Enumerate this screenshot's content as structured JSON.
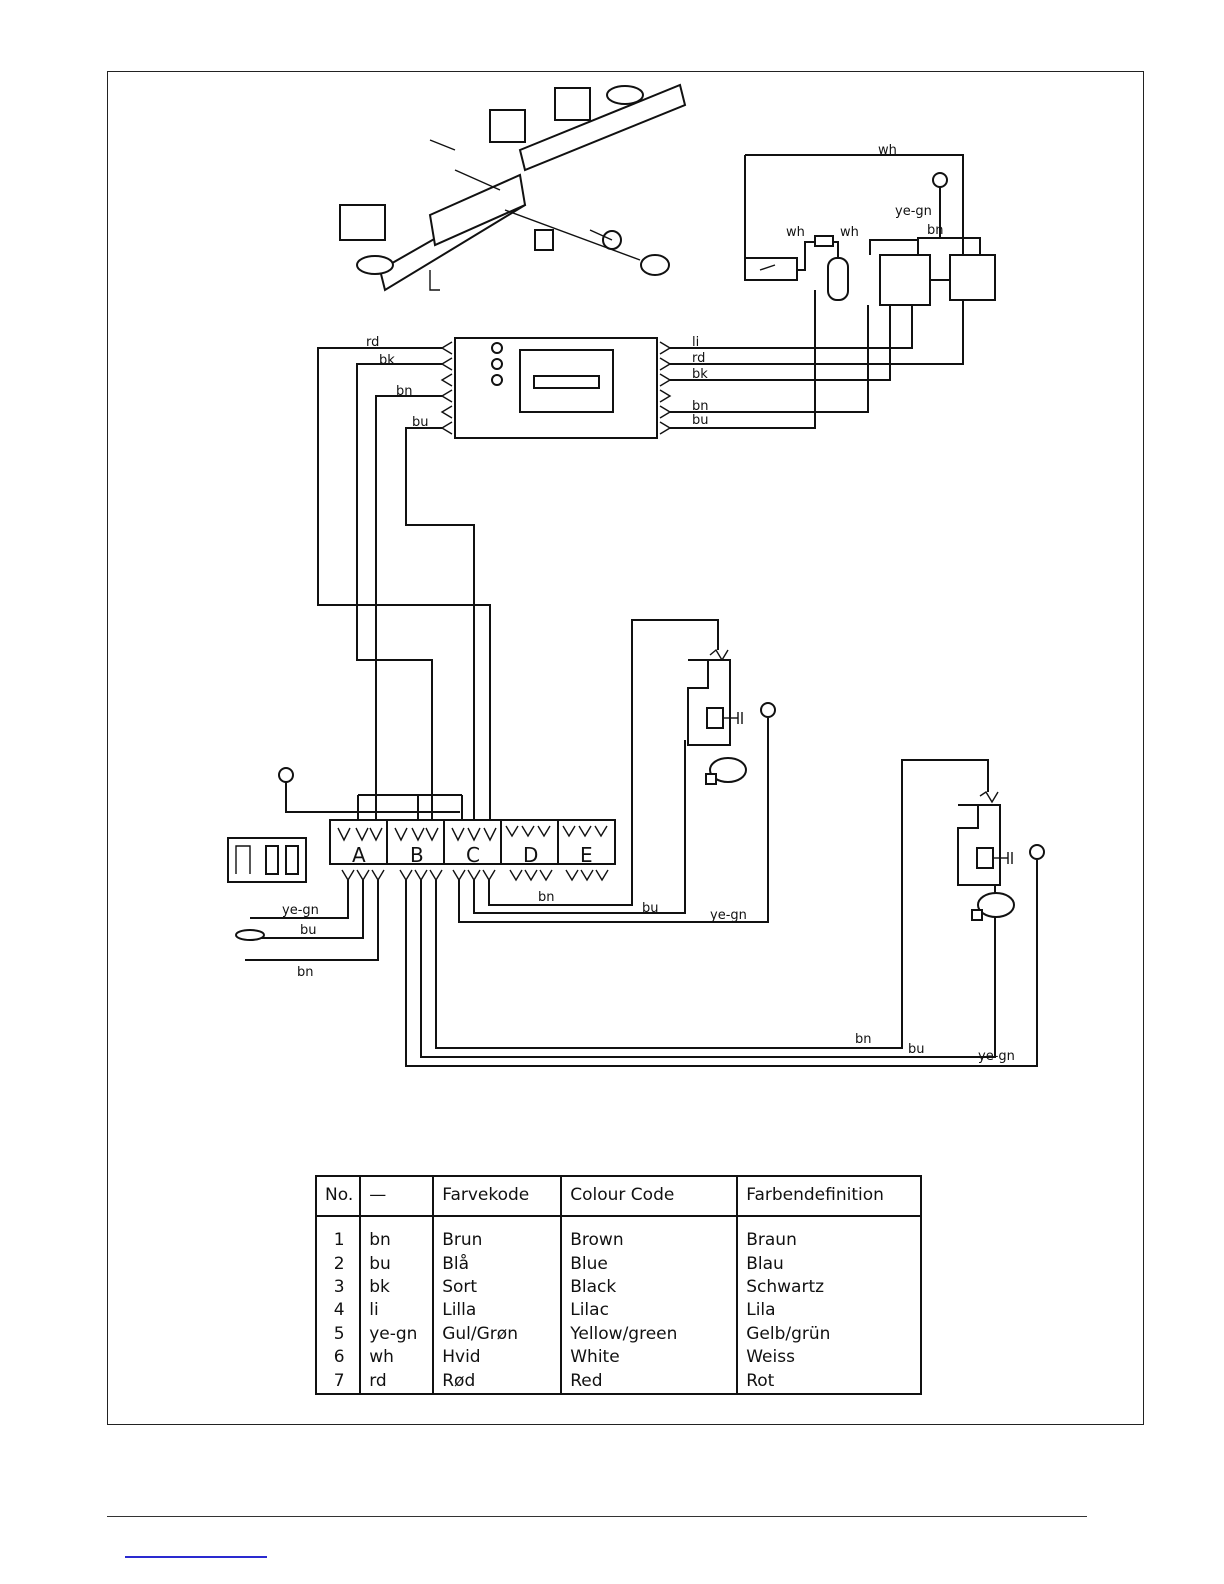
{
  "wire_labels": {
    "top_wh": "wh",
    "top_yegn": "ye-gn",
    "top_bn": "bn",
    "lamp_wh_left": "wh",
    "lamp_wh_right": "wh",
    "ctrl_rd": "rd",
    "ctrl_bk": "bk",
    "ctrl_bn": "bn",
    "ctrl_bu": "bu",
    "ctrl_li": "li",
    "ctrl_rd_r": "rd",
    "ctrl_bk_r": "bk",
    "ctrl_bn_r": "bn",
    "ctrl_bu_r": "bu",
    "supply_yegn": "ye-gn",
    "supply_bu": "bu",
    "supply_bn": "bn",
    "mid_bn": "bn",
    "mid_bu": "bu",
    "mid_yegn": "ye-gn",
    "low_bn": "bn",
    "low_bu": "bu",
    "low_yegn": "ye-gn"
  },
  "terminal_blocks": [
    "A",
    "B",
    "C",
    "D",
    "E"
  ],
  "legend": {
    "headers": [
      "No.",
      "—",
      "Farvekode",
      "Colour  Code",
      "Farbendefinition"
    ],
    "rows": [
      {
        "no": "1",
        "code": "bn",
        "farvekode": "Brun",
        "colour": "Brown",
        "farben": "Braun"
      },
      {
        "no": "2",
        "code": "bu",
        "farvekode": "Blå",
        "colour": "Blue",
        "farben": "Blau"
      },
      {
        "no": "3",
        "code": "bk",
        "farvekode": "Sort",
        "colour": "Black",
        "farben": "Schwartz"
      },
      {
        "no": "4",
        "code": "li",
        "farvekode": "Lilla",
        "colour": "Lilac",
        "farben": "Lila"
      },
      {
        "no": "5",
        "code": "ye-gn",
        "farvekode": "Gul/Grøn",
        "colour": "Yellow/green",
        "farben": "Gelb/grün"
      },
      {
        "no": "6",
        "code": "wh",
        "farvekode": "Hvid",
        "colour": "White",
        "farben": "Weiss"
      },
      {
        "no": "7",
        "code": "rd",
        "farvekode": "Rød",
        "colour": "Red",
        "farben": "Rot"
      }
    ]
  }
}
